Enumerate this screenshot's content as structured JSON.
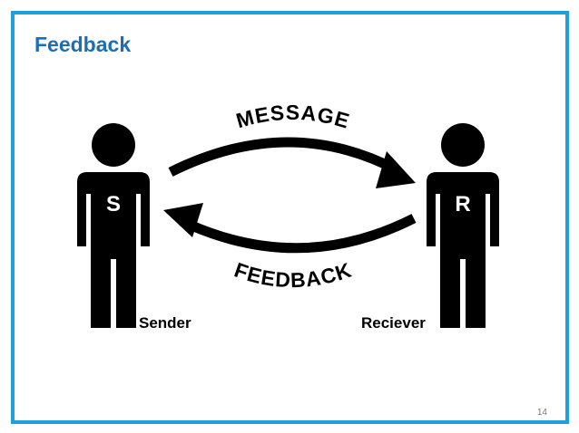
{
  "slide": {
    "title": "Feedback",
    "page_number": "14",
    "frame_color": "#1f9fdc",
    "title_color": "#1c6fb5"
  },
  "diagram": {
    "message_label": "MESSAGE",
    "feedback_label": "FEEDBACK",
    "sender": {
      "badge_letter": "S",
      "caption": "Sender"
    },
    "receiver": {
      "badge_letter": "R",
      "caption": "Reciever"
    }
  }
}
